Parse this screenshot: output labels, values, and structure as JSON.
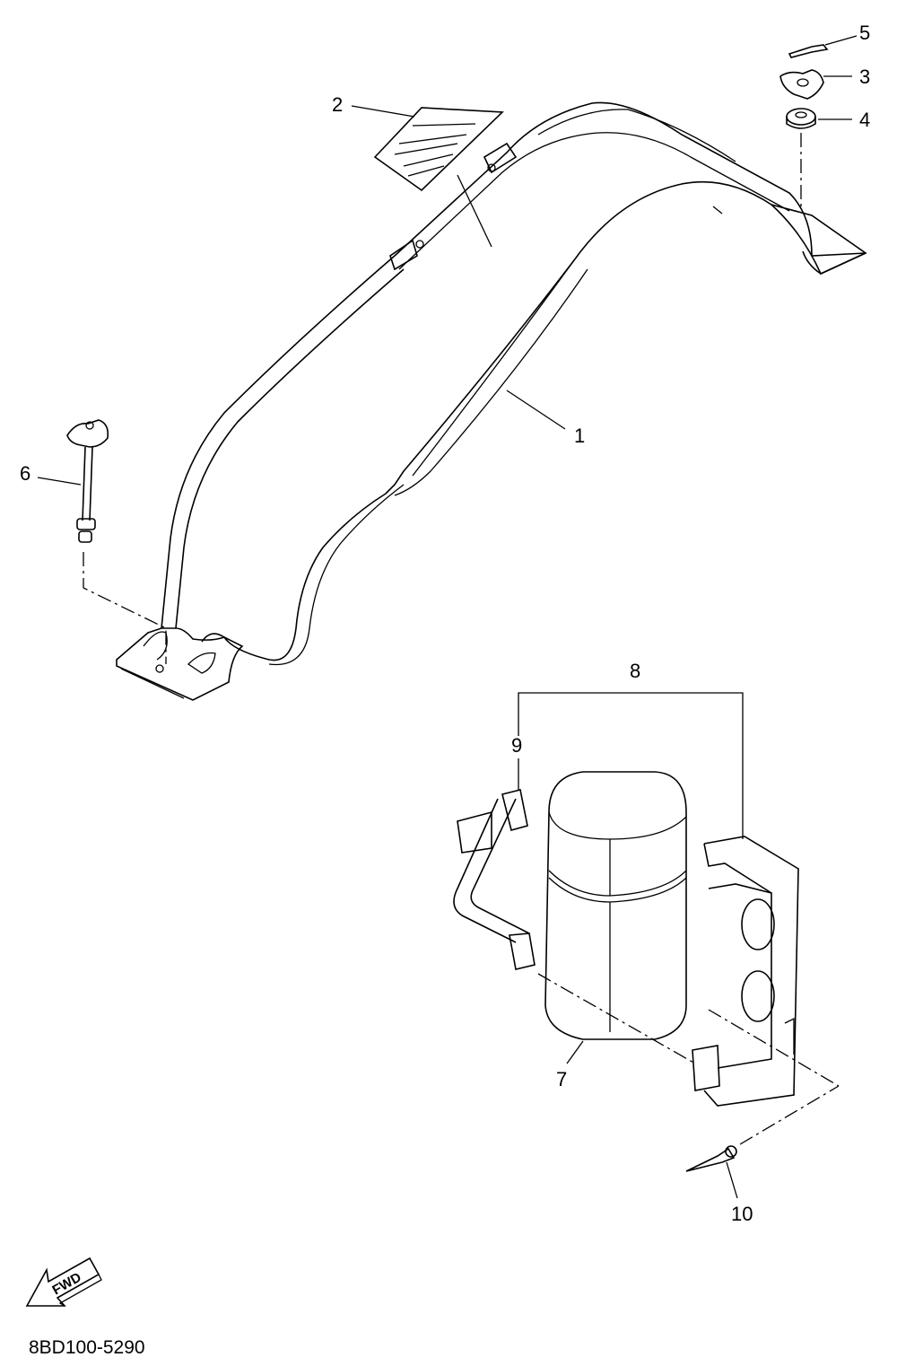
{
  "diagram": {
    "callouts": [
      {
        "id": "c1",
        "text": "1"
      },
      {
        "id": "c2",
        "text": "2"
      },
      {
        "id": "c3",
        "text": "3"
      },
      {
        "id": "c4",
        "text": "4"
      },
      {
        "id": "c5",
        "text": "5"
      },
      {
        "id": "c6",
        "text": "6"
      },
      {
        "id": "c7",
        "text": "7"
      },
      {
        "id": "c8",
        "text": "8"
      },
      {
        "id": "c9",
        "text": "9"
      },
      {
        "id": "c10",
        "text": "10"
      }
    ],
    "direction_label": "FWD",
    "drawing_code": "8BD100-5290"
  },
  "colors": {
    "line": "#000000",
    "background": "#ffffff"
  }
}
